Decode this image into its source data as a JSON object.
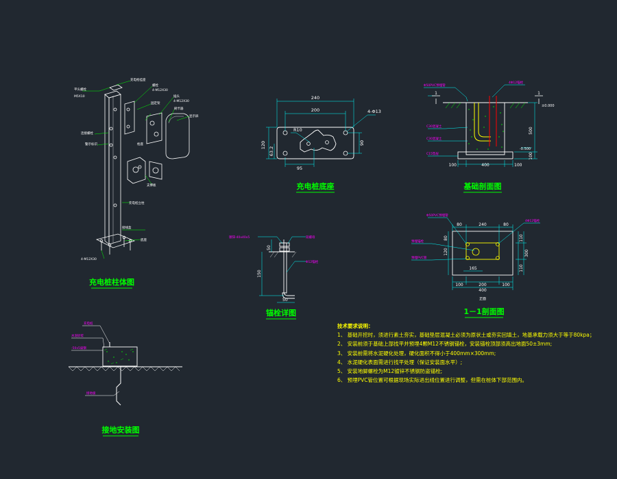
{
  "colors": {
    "background": "#212830",
    "outline": "#ffffff",
    "dimension": "#00ffff",
    "title": "#00ff00",
    "leader": "#ff00ff",
    "note": "#ffff00",
    "hatch": "#00ff00"
  },
  "titles": {
    "column": "充电桩柱体图",
    "base": "充电桩底座",
    "foundation": "基础剖面图",
    "anchor": "锚栓详图",
    "section": "1－1剖面图",
    "grounding": "接地安装图"
  },
  "base_plate": {
    "dims": [
      "240",
      "200",
      "120",
      "63.2",
      "90",
      "95",
      "4-Φ13",
      "R10"
    ]
  },
  "foundation_section": {
    "dims": [
      "400",
      "100",
      "100",
      "500",
      "100",
      "±0.000",
      "-0.500",
      "1",
      "1"
    ],
    "labels": [
      "Φ50PVC预埋管",
      "4Φ12锚栓",
      "C30混凝土",
      "C15垫层",
      "素土夯实"
    ]
  },
  "anchor_detail": {
    "dims": [
      "50",
      "150",
      "50"
    ],
    "labels": [
      "镀锌-40x40x5",
      "双螺母",
      "Φ12锚栓"
    ]
  },
  "section_1_1": {
    "dims": [
      "80",
      "240",
      "80",
      "300",
      "110",
      "80",
      "120",
      "165",
      "100",
      "200",
      "100",
      "400",
      "110"
    ],
    "labels": [
      "Φ50PVC预埋管",
      "4Φ12锚栓",
      "预埋锚栓",
      "预埋PVC管"
    ],
    "sub": "正面"
  },
  "grounding": {
    "labels": [
      "充电桩",
      "-50x5扁钢",
      "水泥砂浆",
      "接地极"
    ]
  },
  "column_labels": [
    "充电桩立柱",
    "充电枪挂座",
    "平头螺栓",
    "M5X10",
    "显示屏",
    "刷卡器",
    "枪座",
    "插头",
    "固定架",
    "螺栓",
    "底座",
    "4-M12X30",
    "连接螺栓",
    "接线盒",
    "警示标识",
    "支撑板"
  ],
  "notes": {
    "heading": "技术要求说明：",
    "items": [
      "1、 基础开挖时，须进行素土夯实，基础垫层混凝土必须为原状土或夯实回填土，地基承载力须大于等于80kpa；",
      "2、 安装前须于基础上部找平并预埋4颗M12不锈钢锚栓，安装锚栓顶部须高出地面50±3mm;",
      "3、 安装前需将水泥硬化处理，硬化面积不得小于400mm×300mm;",
      "4、 水泥硬化表面需进行找平处理（保证安装面水平）;",
      "5、 安装地脚螺栓为M12镀锌不锈钢防盗锚栓;",
      "6、 预埋PVC管位置可根据现场实际进出线位置进行调整，但需在桩体下部范围内。"
    ]
  }
}
